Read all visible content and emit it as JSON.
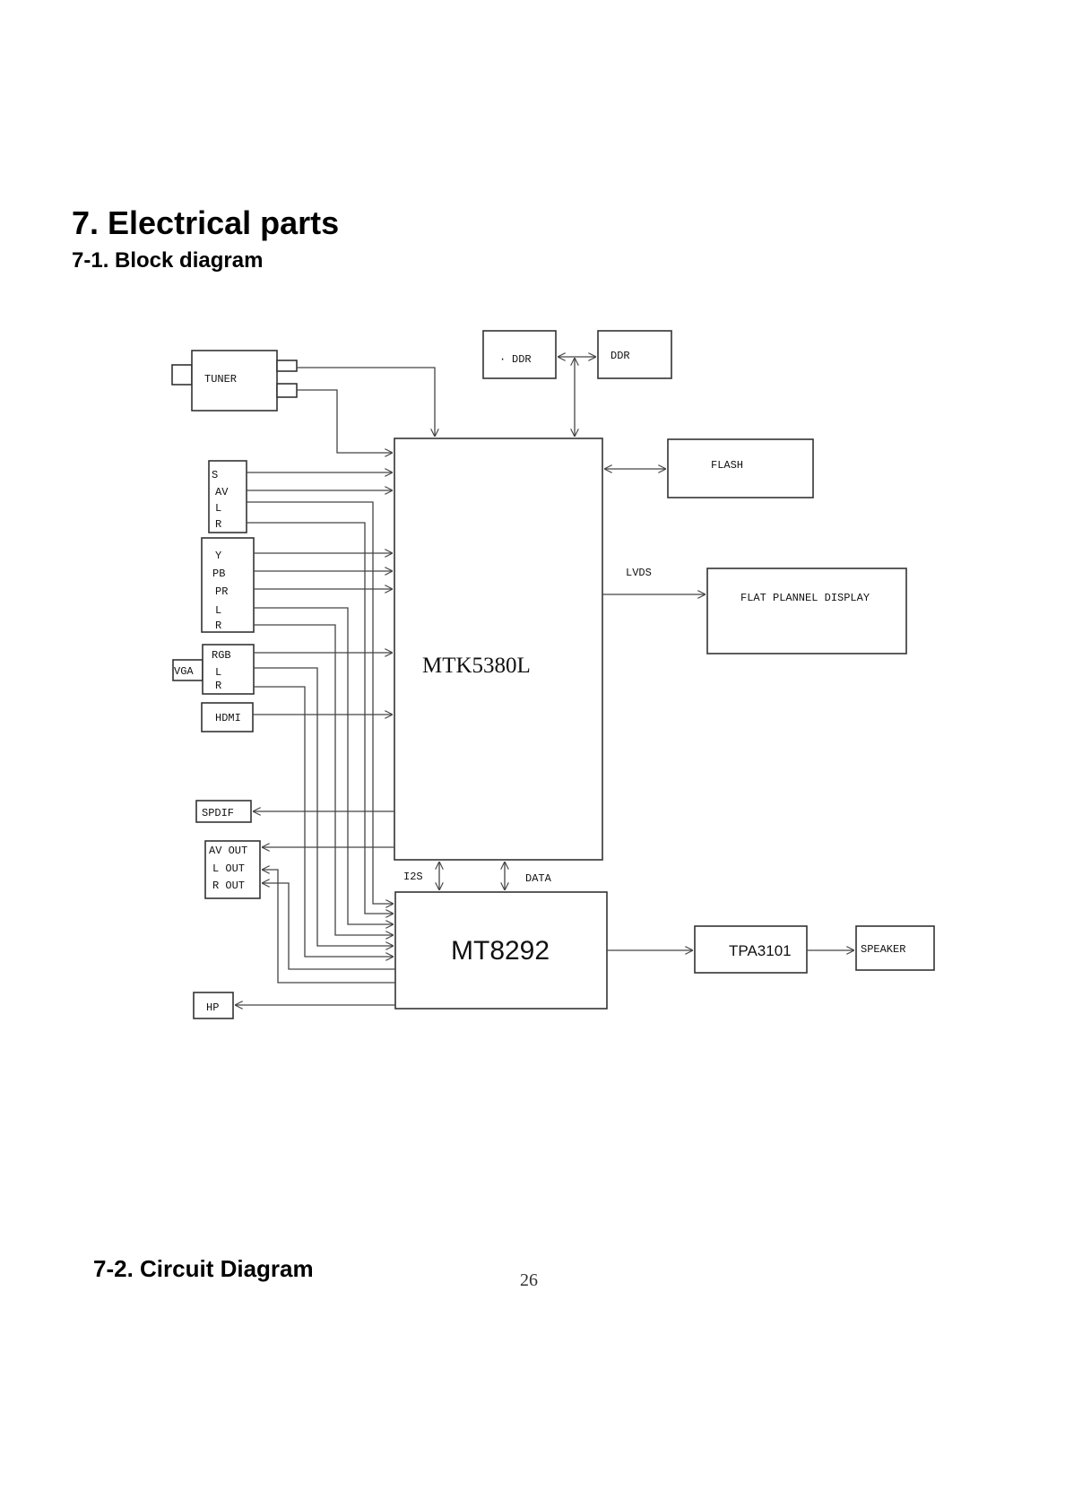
{
  "page": {
    "heading": "7. Electrical parts",
    "subheading": "7-1. Block diagram",
    "next_section": "7-2. Circuit Diagram",
    "page_number": "26"
  },
  "blocks": {
    "tuner": "TUNER",
    "ddr1": "DDR",
    "ddr2": "DDR",
    "flash": "FLASH",
    "display": "FLAT PLANNEL DISPLAY",
    "s": "S",
    "av": "AV",
    "l1": "L",
    "r1": "R",
    "y": "Y",
    "pb": "PB",
    "pr": "PR",
    "l2": "L",
    "r2": "R",
    "rgb": "RGB",
    "vga": "VGA",
    "l3": "L",
    "r3": "R",
    "hdmi": "HDMI",
    "spdif": "SPDIF",
    "av_out": "AV OUT",
    "l_out": "L OUT",
    "r_out": "R OUT",
    "hp": "HP",
    "soc": "MTK5380L",
    "audio": "MT8292",
    "amp": "TPA3101",
    "speaker": "SPEAKER"
  },
  "signals": {
    "lvds": "LVDS",
    "i2s": "I2S",
    "data": "DATA"
  }
}
